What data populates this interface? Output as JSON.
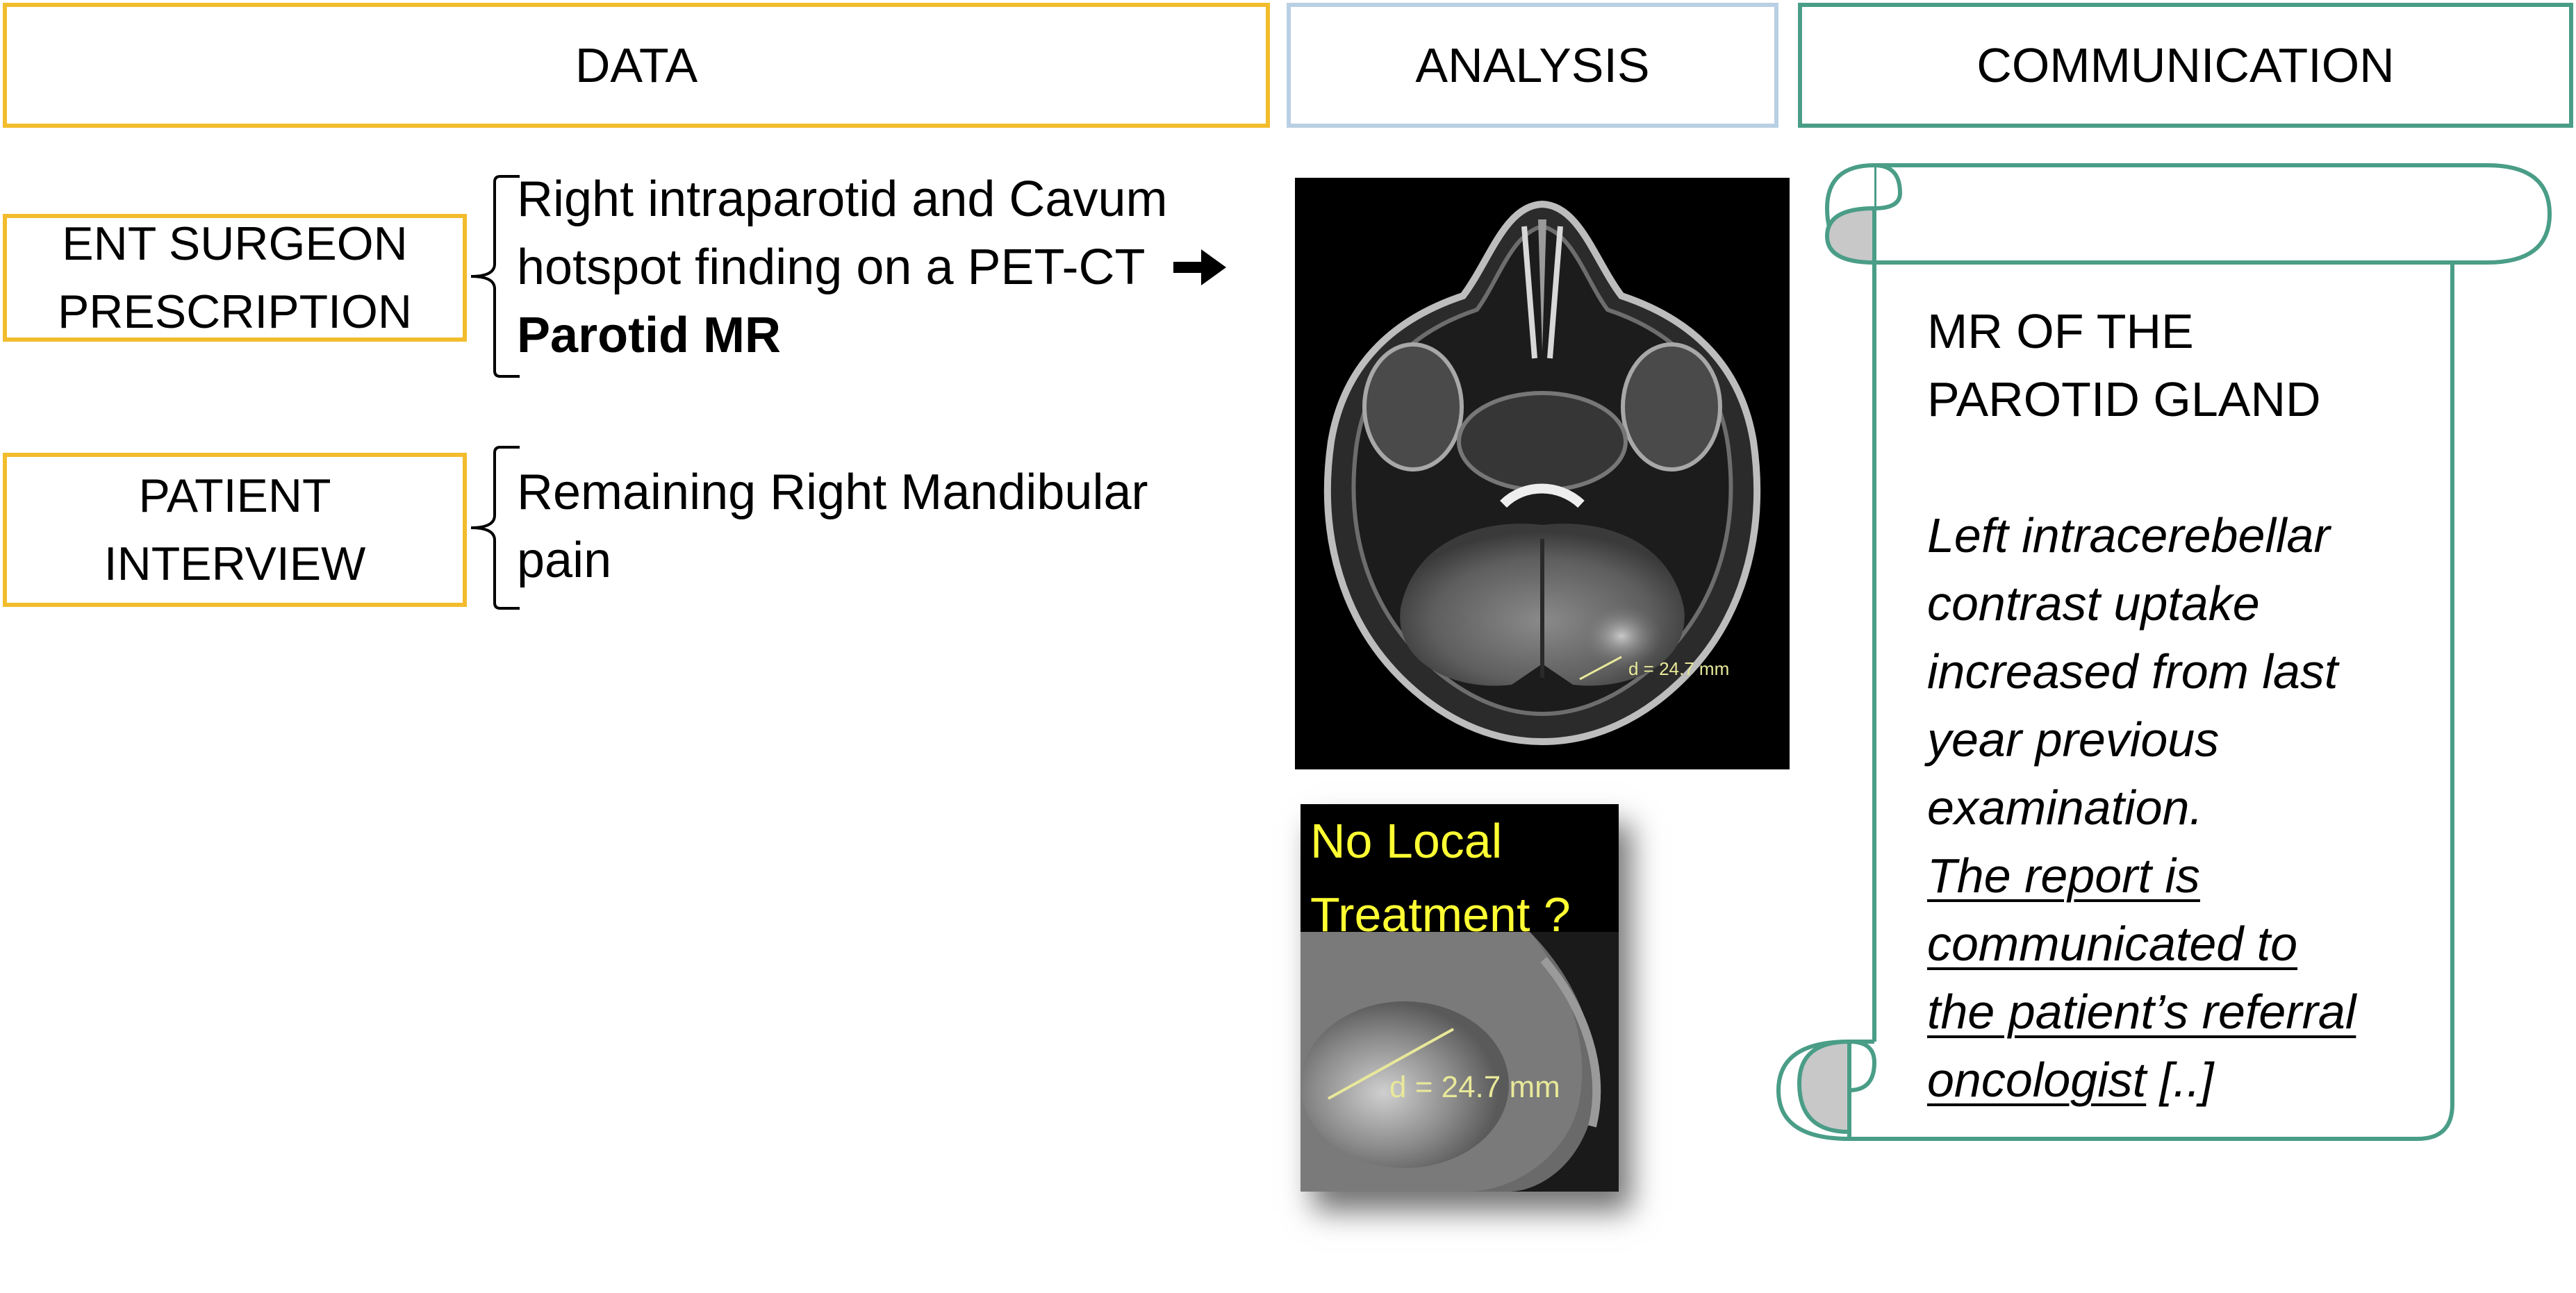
{
  "headers": {
    "data": "DATA",
    "analysis": "ANALYSIS",
    "communication": "COMMUNICATION"
  },
  "data_column": {
    "rows": [
      {
        "label": [
          "ENT SURGEON",
          "PRESCRIPTION"
        ],
        "detail_lines": [
          "Right intraparotid and Cavum",
          "hotspot finding on a PET-CT",
          "Parotid MR"
        ],
        "arrow_icon": "right-arrow"
      },
      {
        "label": [
          "PATIENT",
          "INTERVIEW"
        ],
        "detail_lines": [
          "Remaining Right Mandibular",
          "pain"
        ]
      }
    ]
  },
  "analysis_column": {
    "mri_measurement": "d = 24.7 mm",
    "zoom_caption_lines": [
      "No Local",
      "Treatment ?"
    ],
    "zoom_measurement": "d = 24.7 mm"
  },
  "communication_column": {
    "report_title_lines": [
      "MR OF THE",
      "PAROTID GLAND"
    ],
    "findings_lines": [
      "Left intracerebellar",
      "contrast uptake",
      "increased from last",
      "year previous",
      "examination."
    ],
    "communicated_lines": [
      "The report is",
      "communicated to",
      "the patient’s referral",
      "oncologist"
    ],
    "ellipsis": "[..]"
  },
  "colors": {
    "data_border": "#f2bc2c",
    "analysis_border": "#b9cfe3",
    "communication_border": "#4a9d87",
    "caption_yellow": "#ffff33",
    "measurement_yellow": "#e8e89a"
  }
}
